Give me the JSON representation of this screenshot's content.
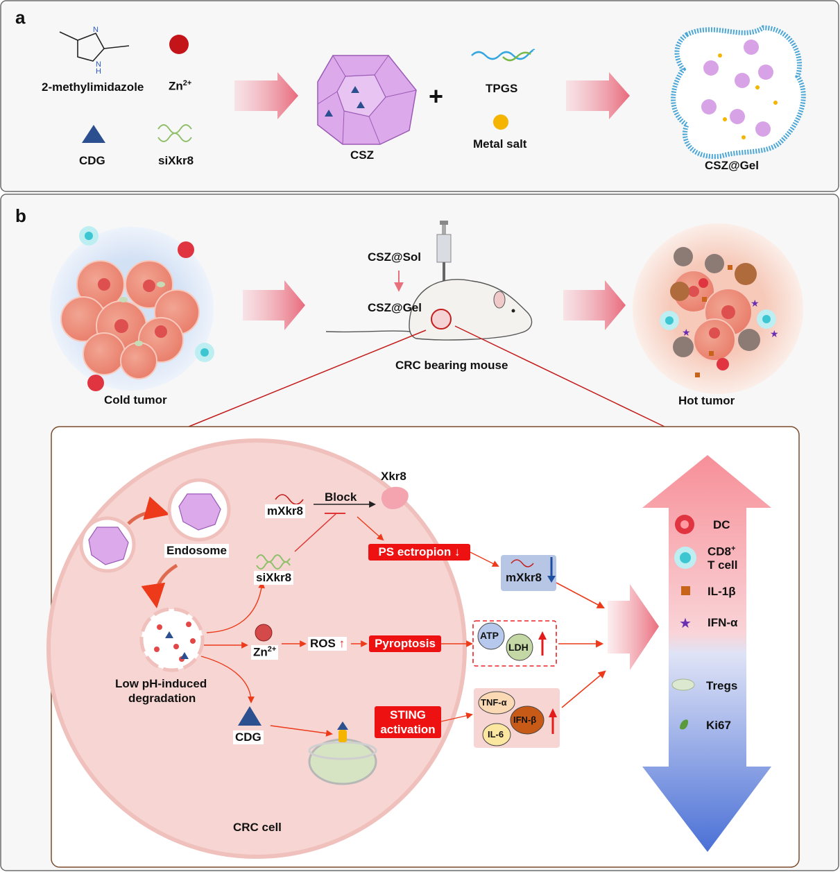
{
  "panel_a": {
    "letter": "a",
    "labels": {
      "methylimidazole": "2-methylimidazole",
      "zinc": "Zn",
      "zinc_sup": "2+",
      "cdg": "CDG",
      "sixkr8": "siXkr8",
      "csz": "CSZ",
      "plus": "+",
      "tpgs": "TPGS",
      "metal_salt": "Metal salt",
      "csz_gel": "CSZ@Gel",
      "n_atom": "N",
      "nh_atom": "N",
      "h_atom": "H"
    }
  },
  "panel_b": {
    "letter": "b",
    "labels": {
      "cold_tumor": "Cold tumor",
      "hot_tumor": "Hot tumor",
      "csz_sol": "CSZ@Sol",
      "csz_gel": "CSZ@Gel",
      "mouse": "CRC bearing mouse"
    },
    "mechanism": {
      "xkr8": "Xkr8",
      "block": "Block",
      "mxkr8": "mXkr8",
      "endosome": "Endosome",
      "sixkr8": "siXkr8",
      "ps_ectropion": "PS  ectropion",
      "mxkr8_down": "mXkr8",
      "zn": "Zn",
      "zn_sup": "2+",
      "ros": "ROS",
      "pyroptosis": "Pyroptosis",
      "atp": "ATP",
      "ldh": "LDH",
      "low_ph_line1": "Low pH-induced",
      "low_ph_line2": "degradation",
      "cdg": "CDG",
      "sting_line1": "STING",
      "sting_line2": "activation",
      "tnf": "TNF-α",
      "ifn_b": "IFN-β",
      "il6": "IL-6",
      "crc_cell": "CRC cell"
    },
    "legend": {
      "dc": "DC",
      "cd8": "CD8",
      "cd8_sup": "+",
      "t_cell": "T cell",
      "il1b": "IL-1β",
      "ifna": "IFN-α",
      "tregs": "Tregs",
      "ki67": "Ki67"
    }
  },
  "colors": {
    "red_label": "#ee1111",
    "arrow_red": "#ec3a1a",
    "dc_red": "#e03540",
    "t_cell_cyan": "#3cc6d2",
    "il1b_orange": "#c8641a",
    "ifna_purple": "#6a2fb0",
    "gel_blue": "#4aa6d6",
    "mof_purple": "#d9a6ea"
  }
}
